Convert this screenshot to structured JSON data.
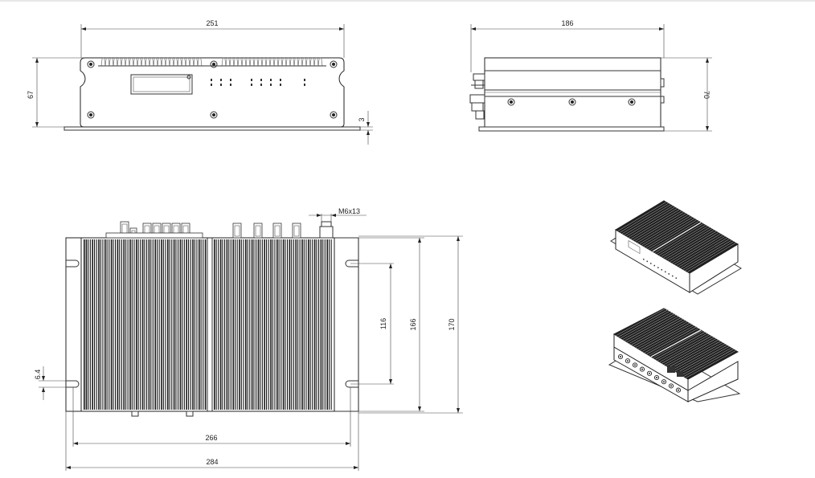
{
  "drawing": {
    "front_view": {
      "width_label": "251",
      "height_label": "67",
      "offset_label": "3"
    },
    "side_view": {
      "depth_label": "186",
      "height_label": "70"
    },
    "top_view": {
      "thread_label": "M6x13",
      "inner_height_label": "116",
      "body_height_label": "166",
      "total_height_label": "170",
      "slot_label": "6.4",
      "inner_width_label": "266",
      "total_width_label": "284"
    }
  },
  "colors": {
    "line": "#333333",
    "fin": "#1a1a1a",
    "background": "#ffffff"
  }
}
